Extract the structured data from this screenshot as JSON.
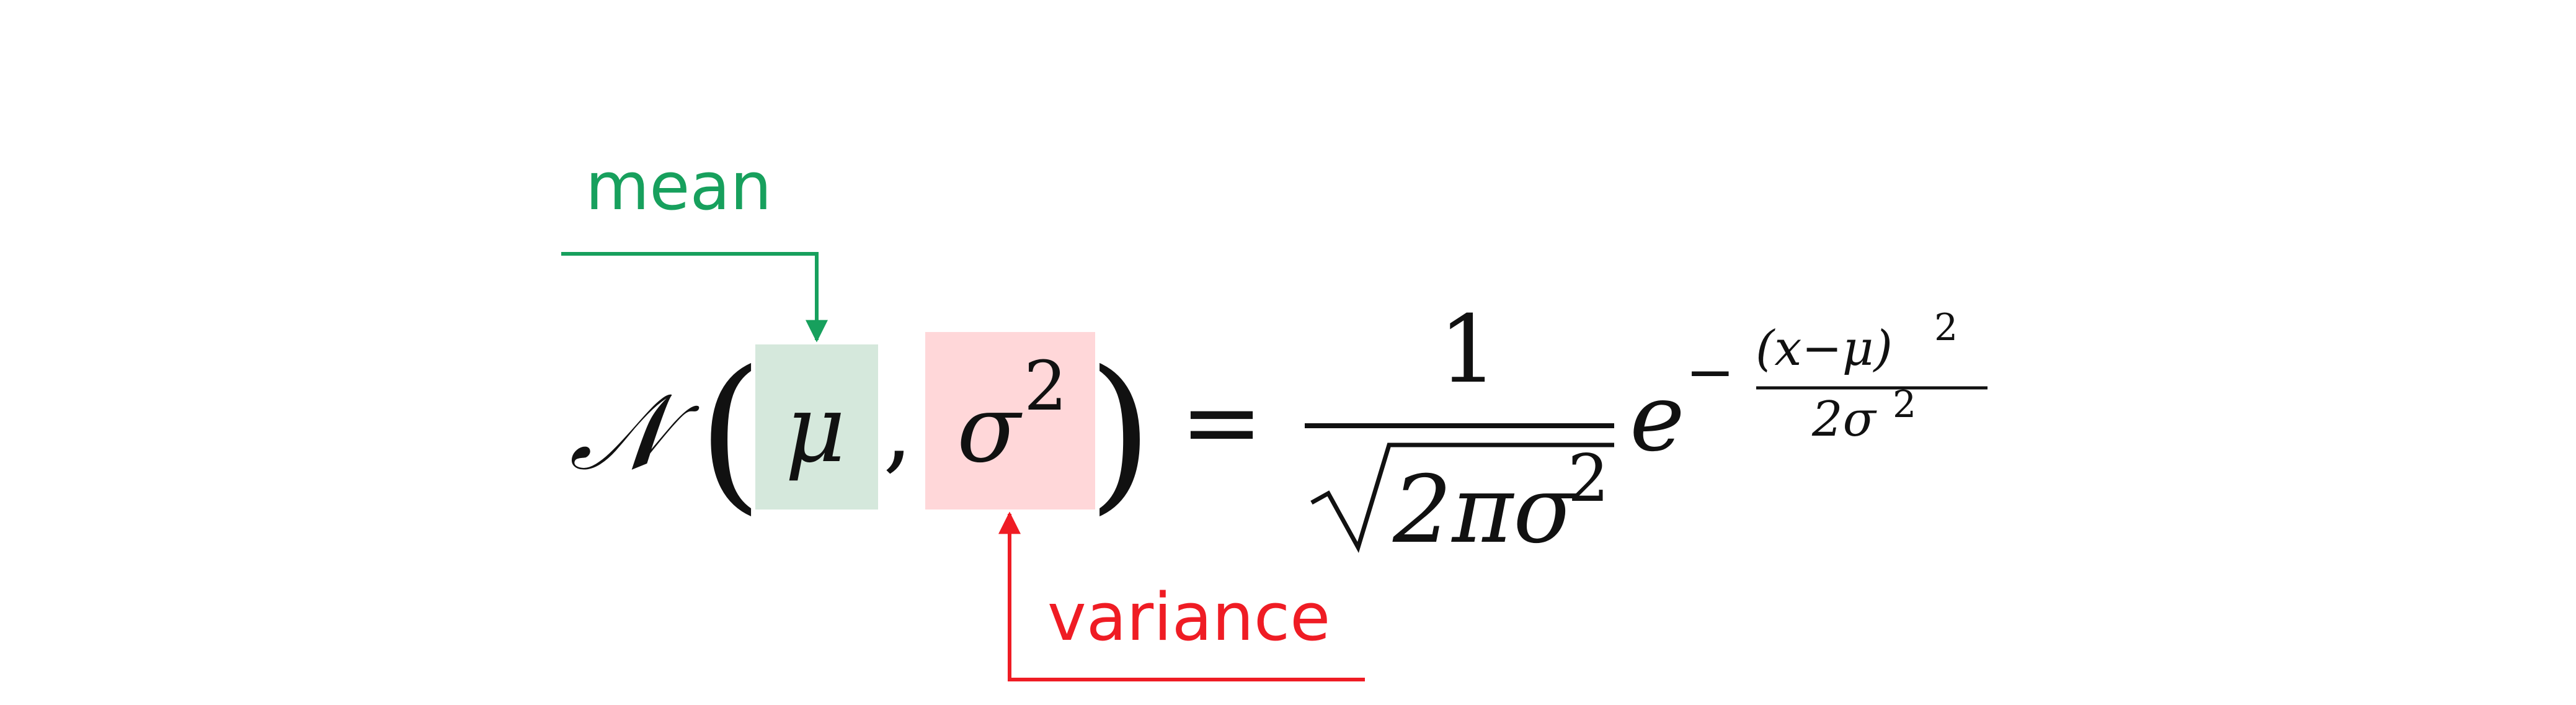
{
  "colors": {
    "mean": "#17a05d",
    "variance": "#ef1c24",
    "mean_box": "#d5e8dc",
    "variance_box": "#ffd7d9",
    "ink": "#111111"
  },
  "annotations": {
    "mean_label": "mean",
    "variance_label": "variance"
  },
  "equation": {
    "normal_symbol": "𝒩",
    "open_paren": "(",
    "mean_symbol": "μ",
    "comma": ",",
    "variance_base": "σ",
    "variance_exponent": "2",
    "close_paren": ")",
    "equals": "=",
    "fraction_numerator": "1",
    "sqrt_symbol": "√",
    "sqrt_argument": "2πσ",
    "sqrt_exponent": "2",
    "exp_base": "e",
    "exp_minus": "−",
    "exp_numerator": "(x−μ)",
    "exp_numerator_power": "2",
    "exp_denominator": "2σ",
    "exp_denominator_power": "2"
  }
}
